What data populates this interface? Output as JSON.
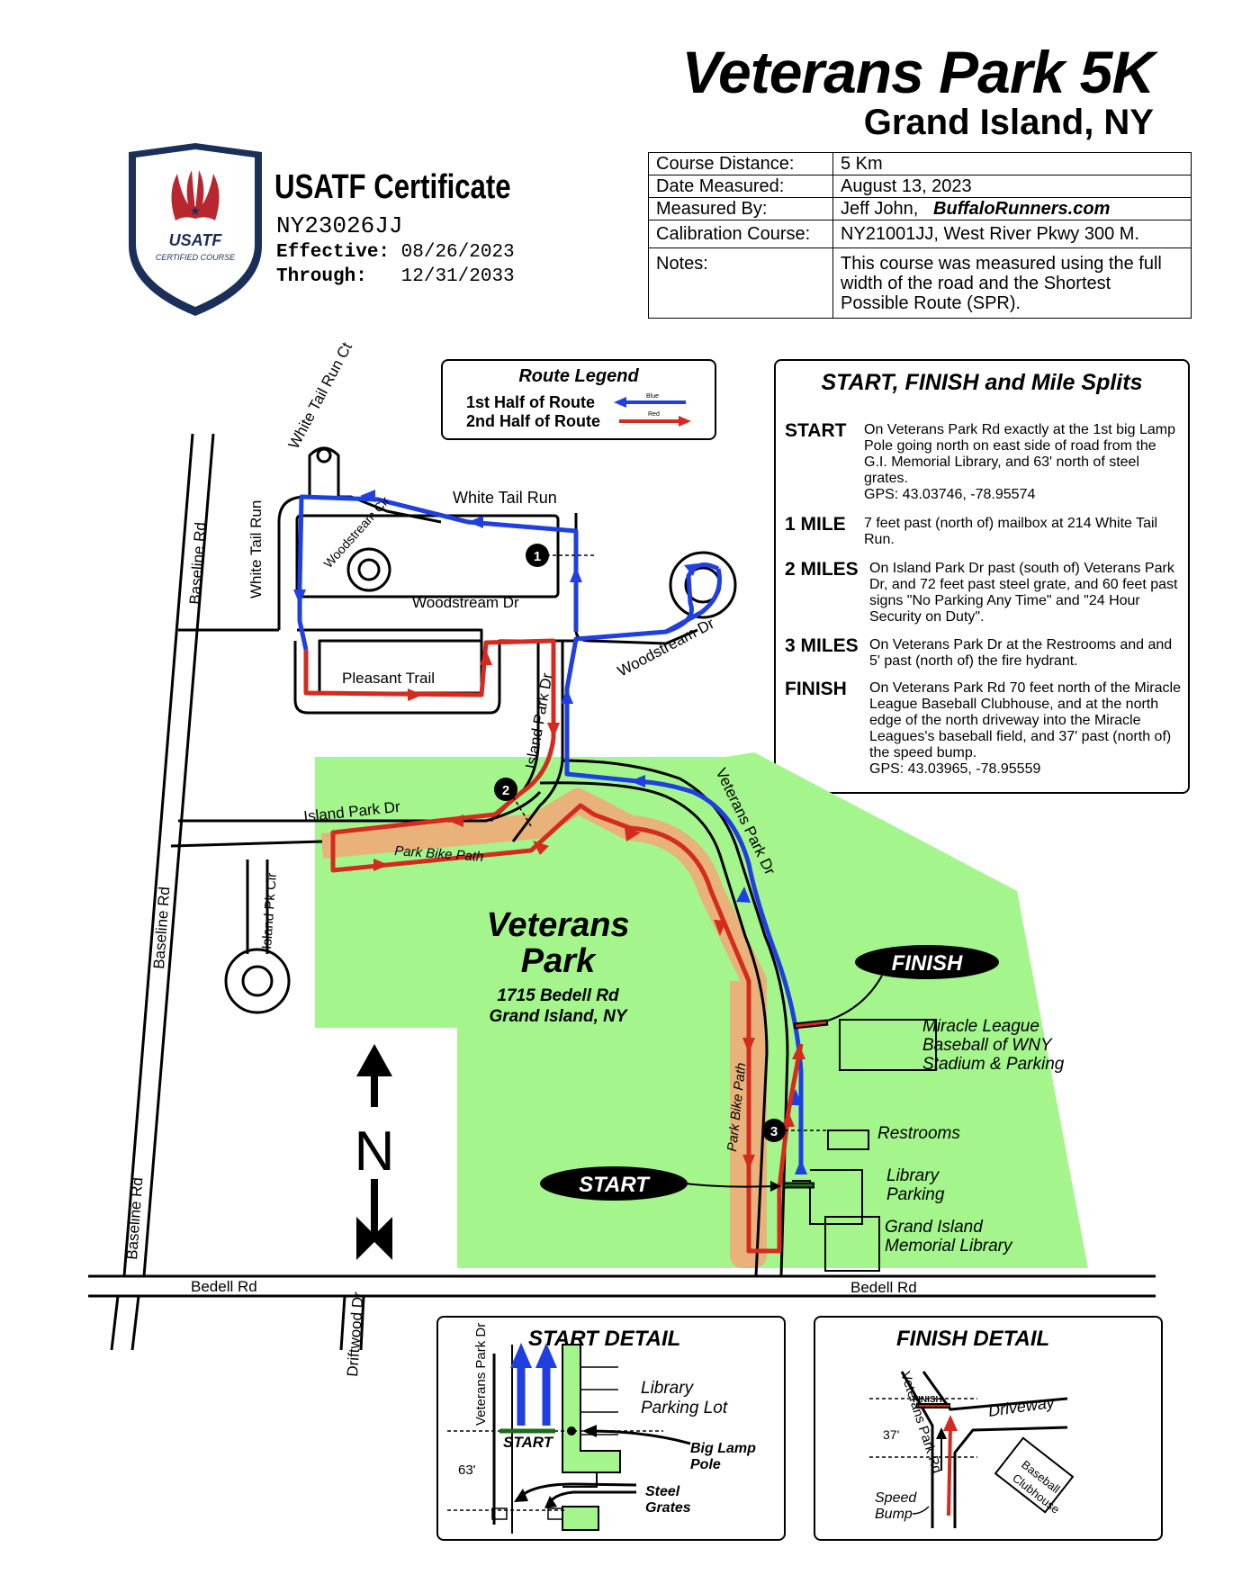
{
  "header": {
    "title": "Veterans Park 5K",
    "location": "Grand Island, NY"
  },
  "certificate": {
    "badge_text": "USATF",
    "badge_subtext": "CERTIFIED COURSE",
    "title": "USATF Certificate",
    "number": "NY23026JJ",
    "effective_label": "Effective:",
    "effective_date": "08/26/2023",
    "through_label": "Through:",
    "through_date": "12/31/2033"
  },
  "info_table": [
    {
      "key": "Course Distance:",
      "value": "5 Km"
    },
    {
      "key": "Date Measured:",
      "value": "August 13, 2023"
    },
    {
      "key": "Measured By:",
      "value": "Jeff John,",
      "value_extra": "BuffaloRunners.com"
    },
    {
      "key": "Calibration Course:",
      "value": "NY21001JJ, West River Pkwy 300 M."
    },
    {
      "key": "Notes:",
      "value": "This course was measured using the full width of the road and the Shortest Possible Route (SPR)."
    }
  ],
  "legend": {
    "title": "Route Legend",
    "first_half": "1st Half of Route",
    "first_half_color_label": "Blue",
    "second_half": "2nd Half of Route",
    "second_half_color_label": "Red"
  },
  "colors": {
    "first_half": "#1f3fe0",
    "second_half": "#d42a1f",
    "park": "#a3f58c",
    "bike_path": "#e8b27a"
  },
  "splits": {
    "title": "START, FINISH and Mile Splits",
    "items": [
      {
        "label": "START",
        "text": "On Veterans Park Rd exactly at the 1st big Lamp Pole going north on east side of road from the G.I. Memorial Library, and 63' north of steel grates.",
        "gps": "GPS:  43.03746, -78.95574"
      },
      {
        "label": "1 MILE",
        "text": "7 feet past (north of) mailbox at 214 White Tail Run."
      },
      {
        "label": "2 MILES",
        "text": "On Island Park Dr past (south of) Veterans Park Dr, and 72 feet past steel grate, and 60 feet past signs \"No Parking Any Time\" and \"24 Hour Security on Duty\"."
      },
      {
        "label": "3 MILES",
        "text": "On Veterans Park Dr at the Restrooms and and 5' past (north of) the fire hydrant."
      },
      {
        "label": "FINISH",
        "text": "On Veterans Park Rd 70 feet north of the Miracle League Baseball Clubhouse, and at the north edge of the north driveway into the Miracle Leagues's baseball field, and 37' past (north of) the speed bump.",
        "gps": "GPS:  43.03965, -78.95559"
      }
    ]
  },
  "map": {
    "streets": {
      "white_tail_run_ct": "White Tail Run Ct",
      "white_tail_run_top": "White Tail Run",
      "white_tail_run_left": "White Tail Run",
      "woodstream_cir": "Woodstream Cir",
      "woodstream_dr_top": "Woodstream Dr",
      "woodstream_dr_right": "Woodstream Dr",
      "pleasant_trail": "Pleasant Trail",
      "island_park_dr_vertical": "Island Park Dr",
      "island_park_dr_horizontal": "Island Park Dr",
      "park_bike_path_top": "Park Bike Path",
      "park_bike_path_vertical": "Park Bike Path",
      "veterans_park_dr": "Veterans Park Dr",
      "baseline_rd_top": "Baseline Rd",
      "baseline_rd_mid": "Baseline Rd",
      "baseline_rd_bottom": "Baseline Rd",
      "island_pk_cir": "Island Pk Cir",
      "bedell_rd_left": "Bedell Rd",
      "bedell_rd_right": "Bedell Rd",
      "driftwood_dr": "Driftwood Dr"
    },
    "park_name_line1": "Veterans",
    "park_name_line2": "Park",
    "park_address_line1": "1715 Bedell Rd",
    "park_address_line2": "Grand Island, NY",
    "finish_label": "FINISH",
    "start_label": "START",
    "miracle_league": [
      "Miracle League",
      "Baseball of WNY",
      "Stadium & Parking"
    ],
    "restrooms": "Restrooms",
    "library_parking": [
      "Library",
      "Parking"
    ],
    "library": [
      "Grand Island",
      "Memorial Library"
    ],
    "north_letter": "N",
    "mile_markers": [
      "1",
      "2",
      "3"
    ]
  },
  "start_detail": {
    "title": "START DETAIL",
    "road": "Veterans Park Dr",
    "lot": [
      "Library",
      "Parking Lot"
    ],
    "start": "START",
    "lamp": [
      "Big Lamp",
      "Pole"
    ],
    "distance": "63'",
    "grates": [
      "Steel",
      "Grates"
    ]
  },
  "finish_detail": {
    "title": "FINISH DETAIL",
    "road": "Veterans Park Rd",
    "finish": "FINISH",
    "driveway": "Driveway",
    "clubhouse": [
      "Baseball",
      "Clubhouse"
    ],
    "distance": "37'",
    "speed_bump": [
      "Speed",
      "Bump"
    ]
  }
}
